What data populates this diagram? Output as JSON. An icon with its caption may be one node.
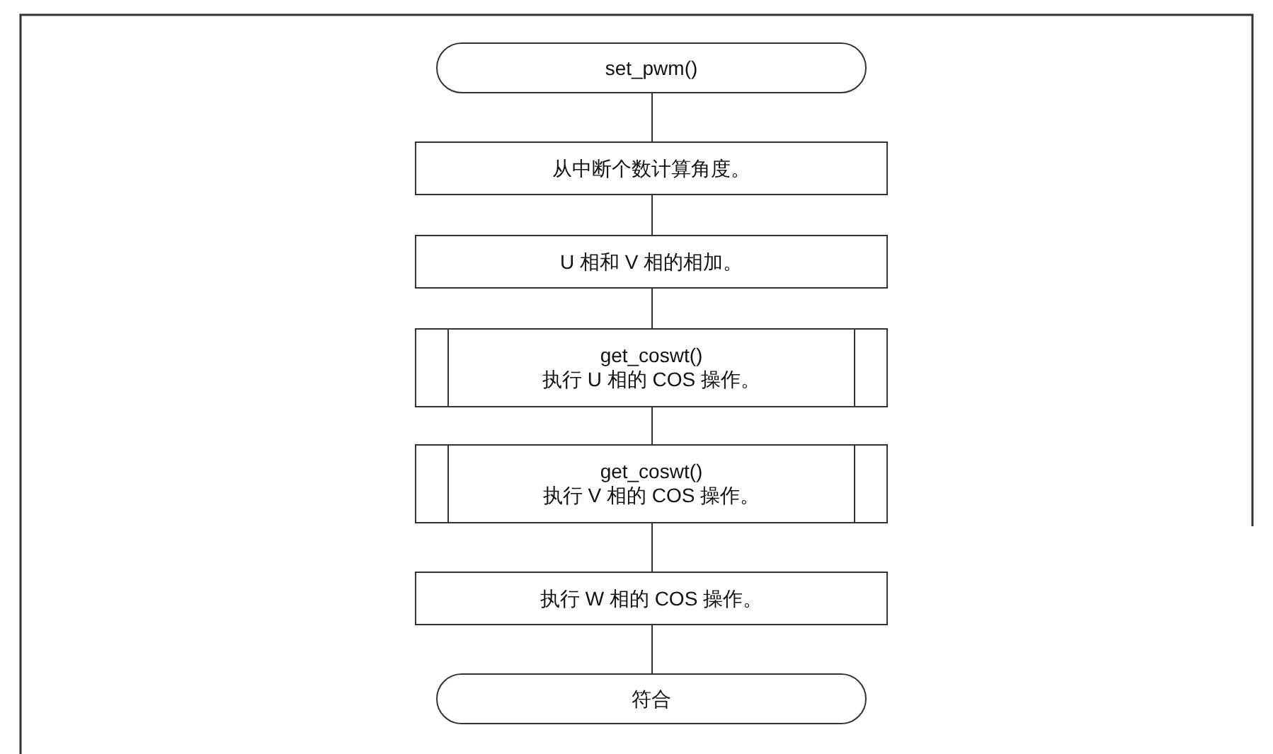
{
  "diagram": {
    "nodes": [
      {
        "text": [
          "set_pwm()"
        ]
      },
      {
        "text": [
          "从中断个数计算角度。"
        ]
      },
      {
        "text": [
          "U 相和 V 相的相加。"
        ]
      },
      {
        "text": [
          "get_coswt()",
          "执行 U 相的 COS 操作。"
        ]
      },
      {
        "text": [
          "get_coswt()",
          "执行 V 相的 COS 操作。"
        ]
      },
      {
        "text": [
          "执行 W 相的 COS 操作。"
        ]
      },
      {
        "text": [
          "符合"
        ]
      }
    ],
    "edges": [
      {
        "from": 0,
        "to": 1,
        "arrow": "none"
      },
      {
        "from": 1,
        "to": 2,
        "arrow": "none"
      },
      {
        "from": 2,
        "to": 3,
        "arrow": "none"
      },
      {
        "from": 3,
        "to": 4,
        "arrow": "none"
      },
      {
        "from": 4,
        "to": 5,
        "arrow": "none"
      },
      {
        "from": 5,
        "to": 6,
        "arrow": "none"
      }
    ]
  }
}
